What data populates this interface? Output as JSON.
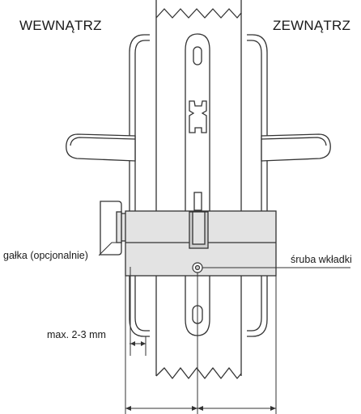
{
  "labels": {
    "inside": "WEWNĄTRZ",
    "outside": "ZEWNĄTRZ",
    "knob": "gałka (opcjonalnie)",
    "screw": "śruba wkładki",
    "gap": "max. 2-3 mm"
  },
  "icons": {
    "cylinder": "lock-cylinder-icon",
    "knob": "thumb-turn-knob-icon",
    "screw": "fixing-screw-icon"
  },
  "colors": {
    "line": "#333333",
    "cylinder_fill": "#e3e3e3",
    "cam_fill": "#cfcfcf",
    "background": "#ffffff"
  }
}
